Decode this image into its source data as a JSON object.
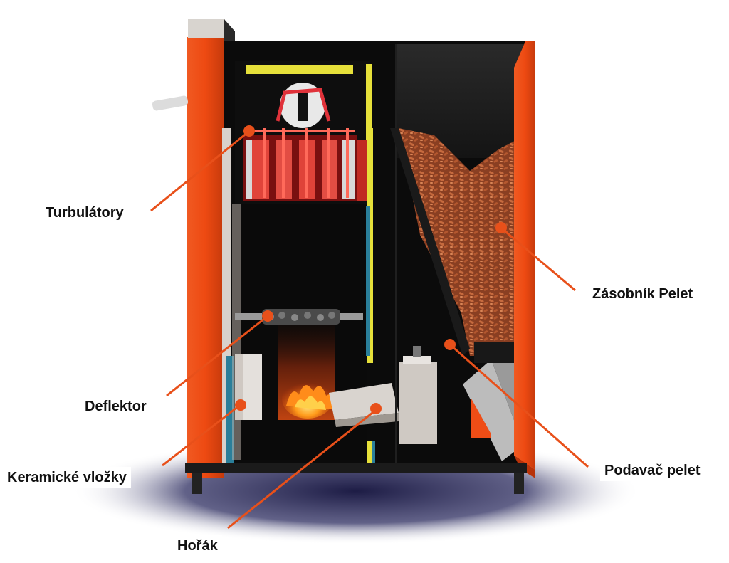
{
  "labels": {
    "turbulatory": "Turbulátory",
    "zasobnik": "Zásobník Pelet",
    "deflektor": "Deflektor",
    "keramicke": "Keramické vložky",
    "podavac": "Podavač pelet",
    "horak": "Hořák"
  },
  "colors": {
    "casing_orange": "#ef4d16",
    "callout_line": "#e8501a",
    "interior": "#0b0b0b",
    "pellets": "#a4532e",
    "turbulator_red": "#d63a30",
    "yellow_trim": "#e8e23a",
    "shadow": "#2a2a55"
  }
}
